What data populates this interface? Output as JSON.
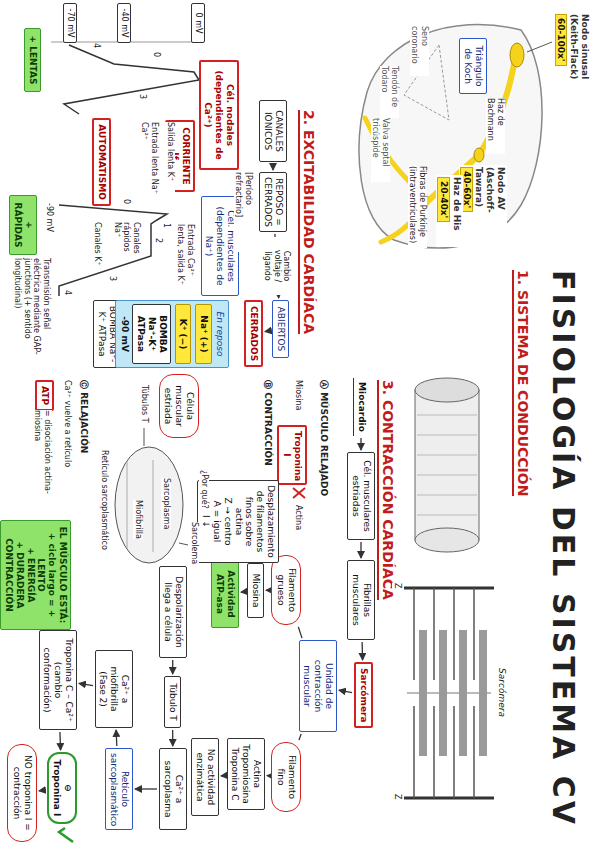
{
  "diagram": {
    "title": "FISIOLOGÍA DEL SISTEMA CV",
    "nodes": [
      {
        "text": [
          "Nodo sinusal (Keith-Flack)",
          "60-100x'"
        ]
      },
      {
        "text": [
          "Triángulo de Koch"
        ]
      },
      {
        "text": [
          "Nodo AV (Aschoff-Tawara)",
          "40-60x'"
        ]
      },
      {
        "text": [
          "Haz de His",
          "20-40x'"
        ]
      },
      {
        "text": [
          "CANALES IÓNICOS"
        ]
      },
      {
        "text": [
          "REPOSO = CERRADOS"
        ]
      },
      {
        "text": [
          "ABIERTOS"
        ]
      },
      {
        "text": [
          "CERRADOS"
        ]
      },
      {
        "text": [
          "Cél. nodales (dependientes de Ca²⁺)"
        ]
      },
      {
        "text": [
          "0 mV"
        ]
      },
      {
        "text": [
          "-40 mV"
        ]
      },
      {
        "text": [
          "-70 mV"
        ]
      },
      {
        "text": [
          "CORRIENTE If"
        ]
      },
      {
        "text": [
          "AUTOMATISMO"
        ]
      },
      {
        "text": [
          "+ LENTAS"
        ]
      },
      {
        "text": [
          "Cél. musculares (dependientes de Na⁺)"
        ]
      },
      {
        "text": [
          "BOMBA Na⁺-K⁺ ATPasa"
        ]
      },
      {
        "text": [
          "+ RÁPIDAS"
        ]
      },
      {
        "text": [
          "En reposo",
          "-90 mV"
        ]
      },
      {
        "text": [
          "Na⁺ (+)"
        ],
        "in": 18
      },
      {
        "text": [
          "K⁺ (−)"
        ],
        "in": 18
      },
      {
        "text": [
          "BOMBA Na⁺-K⁺ ATPasa"
        ],
        "in": 18
      },
      {
        "text": [
          "Miocardio"
        ]
      },
      {
        "text": [
          "Cél. musculares estriadas"
        ]
      },
      {
        "text": [
          "Fibrillas musculares"
        ]
      },
      {
        "text": [
          "Sarcómera"
        ]
      },
      {
        "text": [
          "Unidad de contracción muscular"
        ]
      },
      {
        "text": [
          "Filamento grueso"
        ]
      },
      {
        "text": [
          "Miosina"
        ]
      },
      {
        "text": [
          "Actividad ATP-asa"
        ]
      },
      {
        "text": [
          "Filamento fino"
        ]
      },
      {
        "text": [
          "Actina Tropomiosina Troponina C"
        ]
      },
      {
        "text": [
          "No actividad enzimática"
        ]
      },
      {
        "text": [
          "Troponina I"
        ]
      },
      {
        "text": [
          "Desplazamiento de filamentos finos sobre actina",
          "Z → centro",
          "A = igual",
          "I ↓"
        ]
      },
      {
        "text": [
          "Despolarización llega a célula"
        ]
      },
      {
        "text": [
          "Túbulo T"
        ]
      },
      {
        "text": [
          "Ca²⁺ a sarcoplasma"
        ]
      },
      {
        "text": [
          "Retículo sarcoplasmático"
        ]
      },
      {
        "text": [
          "Ca²⁺ a miofibrilla (Fase 2)"
        ]
      },
      {
        "text": [
          "Troponina C – Ca²⁺ (cambio conformación)"
        ]
      },
      {
        "text": [
          "⊖ Troponina I"
        ]
      },
      {
        "text": [
          "ATP"
        ]
      },
      {
        "text": [
          "EL MÚSCULO ESTÁ:",
          "+ ciclo largo = + LENTO",
          "+ ENERGÍA",
          "+ DURADERA CONTRACCIÓN"
        ]
      },
      {
        "text": [
          "NO troponina I = contracción"
        ]
      },
      {
        "text": [
          "Célula muscular estriada"
        ]
      }
    ],
    "edges": [
      {
        "from": 4,
        "to": 5,
        "arrow": "to"
      },
      {
        "from": 5,
        "to": 6,
        "label": "Cambio voltaje / ligando",
        "arrow": "to"
      },
      {
        "from": 6,
        "to": 7,
        "arrow": "to"
      },
      {
        "from": 22,
        "to": 23,
        "arrow": "to"
      },
      {
        "from": 23,
        "to": 24,
        "arrow": "to"
      },
      {
        "from": 24,
        "to": 25,
        "arrow": "to"
      },
      {
        "from": 25,
        "to": 26,
        "arrow": "to"
      },
      {
        "from": 26,
        "to": 27,
        "arrow": "none"
      },
      {
        "from": 26,
        "to": 30,
        "arrow": "none"
      },
      {
        "from": 27,
        "to": 28,
        "arrow": "to"
      },
      {
        "from": 28,
        "to": 29,
        "arrow": "to"
      },
      {
        "from": 30,
        "to": 31,
        "arrow": "to"
      },
      {
        "from": 31,
        "to": 32,
        "arrow": "to"
      },
      {
        "from": 35,
        "to": 36,
        "arrow": "to"
      },
      {
        "from": 36,
        "to": 37,
        "arrow": "to"
      },
      {
        "from": 37,
        "to": 38,
        "arrow": "to"
      },
      {
        "from": 38,
        "to": 39,
        "arrow": "to"
      },
      {
        "from": 39,
        "to": 40,
        "arrow": "to"
      },
      {
        "from": 40,
        "to": 41,
        "arrow": "to"
      },
      {
        "from": 41,
        "to": 44,
        "arrow": "to"
      }
    ],
    "labels": [
      "1. SISTEMA DE CONDUCCIÓN",
      "Haz de Bachmann",
      "Fibras de Purkinje (intraventriculares)",
      "Seno coronario",
      "Tendón de Todaro",
      "Valva septal tricúspide",
      "2. EXCITABILIDAD CARDÍACA",
      "[Período refractario]",
      "Salida lenta K⁺",
      "Entrada lenta Na⁺ Ca²⁺",
      "4",
      "0",
      "3",
      "Entrada Ca²⁺ lenta, salida K⁺",
      "Canales rápidos Na⁺",
      "Canales K⁺",
      "0",
      "1",
      "2",
      "3",
      "4",
      "-90 mV",
      "Transmisión señal eléctrica mediante GAP-junctions (+ sentido longitudinal)",
      "3. CONTRACCIÓN CARDÍACA",
      "Sarcómera",
      "Z",
      "Z",
      "Ⓐ MÚSCULO RELAJADO",
      "Miosina",
      "Actina",
      "Ⓑ CONTRACCIÓN",
      "¿Por qué?",
      "Túbulos T",
      "Sarcolema",
      "Sarcoplasma",
      "Miofibrilla",
      "Retículo sarcoplasmático",
      "Ⓒ RELAJACIÓN",
      "Ca²⁺ vuelve a retículo",
      "= disociación actina-miosina"
    ]
  }
}
